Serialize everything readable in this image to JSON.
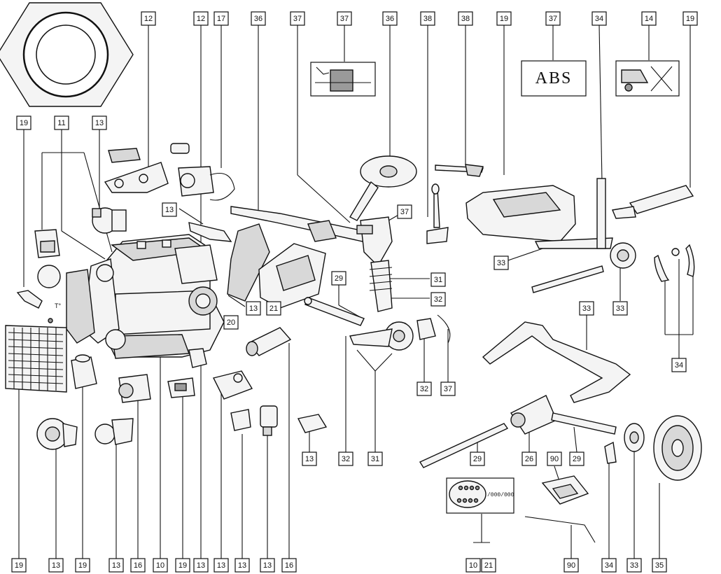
{
  "callouts": [
    {
      "id": "c-top-12a",
      "label": "12"
    },
    {
      "id": "c-top-12b",
      "label": "12"
    },
    {
      "id": "c-top-17",
      "label": "17"
    },
    {
      "id": "c-top-36a",
      "label": "36"
    },
    {
      "id": "c-top-37a",
      "label": "37"
    },
    {
      "id": "c-top-37b",
      "label": "37"
    },
    {
      "id": "c-top-36b",
      "label": "36"
    },
    {
      "id": "c-top-38a",
      "label": "38"
    },
    {
      "id": "c-top-38b",
      "label": "38"
    },
    {
      "id": "c-top-19a",
      "label": "19"
    },
    {
      "id": "c-top-37c",
      "label": "37"
    },
    {
      "id": "c-top-34",
      "label": "34"
    },
    {
      "id": "c-top-14",
      "label": "14"
    },
    {
      "id": "c-top-19b",
      "label": "19"
    },
    {
      "id": "c-left-19",
      "label": "19"
    },
    {
      "id": "c-left-11",
      "label": "11"
    },
    {
      "id": "c-left-13",
      "label": "13"
    },
    {
      "id": "c-mid-13a",
      "label": "13"
    },
    {
      "id": "c-mid-37",
      "label": "37"
    },
    {
      "id": "c-mid-29",
      "label": "29"
    },
    {
      "id": "c-mid-31",
      "label": "31"
    },
    {
      "id": "c-mid-32",
      "label": "32"
    },
    {
      "id": "c-mid-13b",
      "label": "13"
    },
    {
      "id": "c-mid-21",
      "label": "21"
    },
    {
      "id": "c-mid-20",
      "label": "20"
    },
    {
      "id": "c-r-33a",
      "label": "33"
    },
    {
      "id": "c-r-33b",
      "label": "33"
    },
    {
      "id": "c-r-33c",
      "label": "33"
    },
    {
      "id": "c-r-34",
      "label": "34"
    },
    {
      "id": "c-mid-32b",
      "label": "32"
    },
    {
      "id": "c-mid-37b",
      "label": "37"
    },
    {
      "id": "c-low-13",
      "label": "13"
    },
    {
      "id": "c-low-32",
      "label": "32"
    },
    {
      "id": "c-low-31",
      "label": "31"
    },
    {
      "id": "c-low-29a",
      "label": "29"
    },
    {
      "id": "c-low-26",
      "label": "26"
    },
    {
      "id": "c-low-90a",
      "label": "90"
    },
    {
      "id": "c-low-29b",
      "label": "29"
    },
    {
      "id": "c-bot-19a",
      "label": "19"
    },
    {
      "id": "c-bot-13a",
      "label": "13"
    },
    {
      "id": "c-bot-19b",
      "label": "19"
    },
    {
      "id": "c-bot-13b",
      "label": "13"
    },
    {
      "id": "c-bot-16a",
      "label": "16"
    },
    {
      "id": "c-bot-10",
      "label": "10"
    },
    {
      "id": "c-bot-19c",
      "label": "19"
    },
    {
      "id": "c-bot-13c",
      "label": "13"
    },
    {
      "id": "c-bot-13d",
      "label": "13"
    },
    {
      "id": "c-bot-13e",
      "label": "13"
    },
    {
      "id": "c-bot-13f",
      "label": "13"
    },
    {
      "id": "c-bot-16b",
      "label": "16"
    },
    {
      "id": "c-bot-10b",
      "label": "10"
    },
    {
      "id": "c-bot-21",
      "label": "21"
    },
    {
      "id": "c-bot-90",
      "label": "90"
    },
    {
      "id": "c-bot-34",
      "label": "34"
    },
    {
      "id": "c-bot-33",
      "label": "33"
    },
    {
      "id": "c-bot-35",
      "label": "35"
    }
  ],
  "abs_label": "ABS",
  "temp_label": "T°",
  "plate_code": "/000/000"
}
